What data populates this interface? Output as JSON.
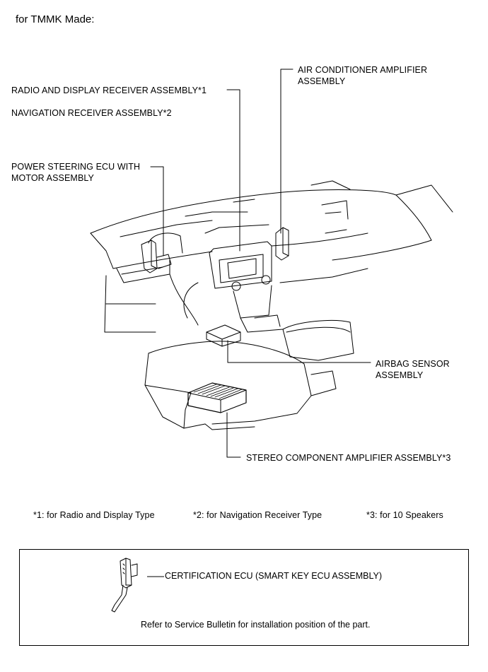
{
  "header": {
    "title": "for TMMK Made:"
  },
  "labels": {
    "radio_display": "RADIO AND DISPLAY RECEIVER ASSEMBLY*1",
    "navigation": "NAVIGATION RECEIVER ASSEMBLY*2",
    "power_steering_line1": "POWER STEERING ECU WITH",
    "power_steering_line2": "MOTOR ASSEMBLY",
    "air_conditioner_line1": "AIR CONDITIONER AMPLIFIER",
    "air_conditioner_line2": "ASSEMBLY",
    "airbag_line1": "AIRBAG SENSOR",
    "airbag_line2": "ASSEMBLY",
    "stereo_amplifier": "STEREO COMPONENT AMPLIFIER ASSEMBLY*3"
  },
  "footnotes": [
    "*1: for Radio and Display Type",
    "*2: for Navigation Receiver Type",
    "*3: for 10 Speakers"
  ],
  "inset": {
    "certification_label": "CERTIFICATION ECU (SMART KEY ECU ASSEMBLY)",
    "note": "Refer to Service Bulletin for installation position of the part."
  }
}
